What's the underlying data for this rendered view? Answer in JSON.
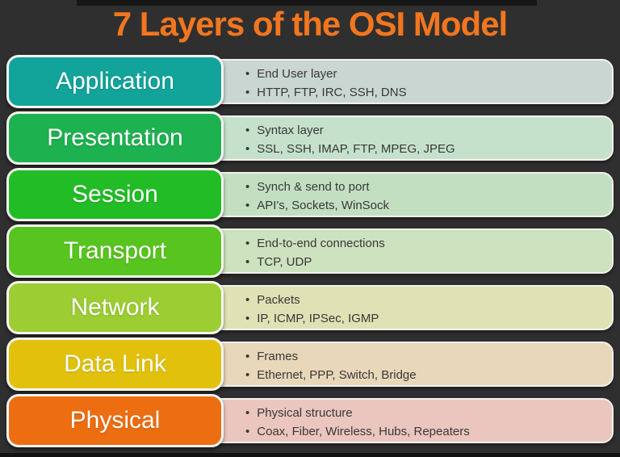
{
  "title": "7 Layers of the OSI Model",
  "colors": {
    "title_orange": "#F2761E",
    "background": "#302F2F",
    "button_border": "#F5F5F1",
    "panel_border": "#F1F1EC",
    "panel_text": "#383838"
  },
  "icons": {
    "bullet": "•"
  },
  "layers": [
    {
      "name": "Application",
      "button_color": "#12A39A",
      "panel_color": "#CAD6D1",
      "points": [
        "End User layer",
        "HTTP, FTP, IRC, SSH, DNS"
      ]
    },
    {
      "name": "Presentation",
      "button_color": "#1EB150",
      "panel_color": "#C5E1CB",
      "points": [
        "Syntax layer",
        "SSL, SSH, IMAP, FTP, MPEG, JPEG"
      ]
    },
    {
      "name": "Session",
      "button_color": "#22BC26",
      "panel_color": "#C3DFC2",
      "points": [
        "Synch & send to port",
        "API's, Sockets, WinSock"
      ]
    },
    {
      "name": "Transport",
      "button_color": "#58C41F",
      "panel_color": "#CDE2BE",
      "points": [
        "End-to-end connections",
        "TCP, UDP"
      ]
    },
    {
      "name": "Network",
      "button_color": "#9CCD33",
      "panel_color": "#DFE2B4",
      "points": [
        "Packets",
        "IP, ICMP, IPSec, IGMP"
      ]
    },
    {
      "name": "Data Link",
      "button_color": "#E2C10D",
      "panel_color": "#E8D7B9",
      "points": [
        "Frames",
        "Ethernet, PPP, Switch, Bridge"
      ]
    },
    {
      "name": "Physical",
      "button_color": "#EC6E11",
      "panel_color": "#EBC6BE",
      "points": [
        "Physical structure",
        "Coax, Fiber, Wireless, Hubs, Repeaters"
      ]
    }
  ]
}
